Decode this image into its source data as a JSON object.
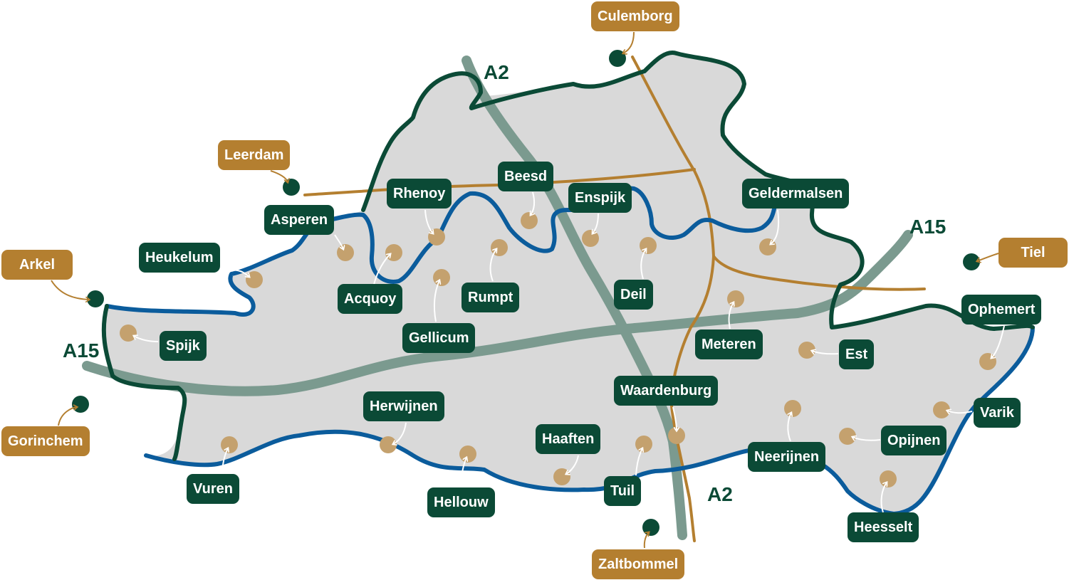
{
  "colors": {
    "land": "#d9d9d9",
    "border": "#0b4a36",
    "river": "#0b5c9c",
    "highway": "#7b9a8f",
    "local_road": "#b47f30",
    "village_label": "#0b4a36",
    "town_label": "#b47f30",
    "village_dot": "#c4a16e"
  },
  "roads": {
    "a2_north": "A2",
    "a2_south": "A2",
    "a15_west": "A15",
    "a15_east": "A15"
  },
  "villages": [
    {
      "key": "beesd",
      "name": "Beesd"
    },
    {
      "key": "rhenoy",
      "name": "Rhenoy"
    },
    {
      "key": "enspijk",
      "name": "Enspijk"
    },
    {
      "key": "geldermalsen",
      "name": "Geldermalsen"
    },
    {
      "key": "asperen",
      "name": "Asperen"
    },
    {
      "key": "heukelum",
      "name": "Heukelum"
    },
    {
      "key": "acquoy",
      "name": "Acquoy"
    },
    {
      "key": "rumpt",
      "name": "Rumpt"
    },
    {
      "key": "deil",
      "name": "Deil"
    },
    {
      "key": "spijk",
      "name": "Spijk"
    },
    {
      "key": "gellicum",
      "name": "Gellicum"
    },
    {
      "key": "meteren",
      "name": "Meteren"
    },
    {
      "key": "est",
      "name": "Est"
    },
    {
      "key": "ophemert",
      "name": "Ophemert"
    },
    {
      "key": "waardenburg",
      "name": "Waardenburg"
    },
    {
      "key": "herwijnen",
      "name": "Herwijnen"
    },
    {
      "key": "varik",
      "name": "Varik"
    },
    {
      "key": "haaften",
      "name": "Haaften"
    },
    {
      "key": "opijnen",
      "name": "Opijnen"
    },
    {
      "key": "neerijnen",
      "name": "Neerijnen"
    },
    {
      "key": "vuren",
      "name": "Vuren"
    },
    {
      "key": "tuil",
      "name": "Tuil"
    },
    {
      "key": "hellouw",
      "name": "Hellouw"
    },
    {
      "key": "heesselt",
      "name": "Heesselt"
    }
  ],
  "towns": [
    {
      "key": "culemborg",
      "name": "Culemborg"
    },
    {
      "key": "leerdam",
      "name": "Leerdam"
    },
    {
      "key": "arkel",
      "name": "Arkel"
    },
    {
      "key": "tiel",
      "name": "Tiel"
    },
    {
      "key": "gorinchem",
      "name": "Gorinchem"
    },
    {
      "key": "zaltbommel",
      "name": "Zaltbommel"
    }
  ]
}
